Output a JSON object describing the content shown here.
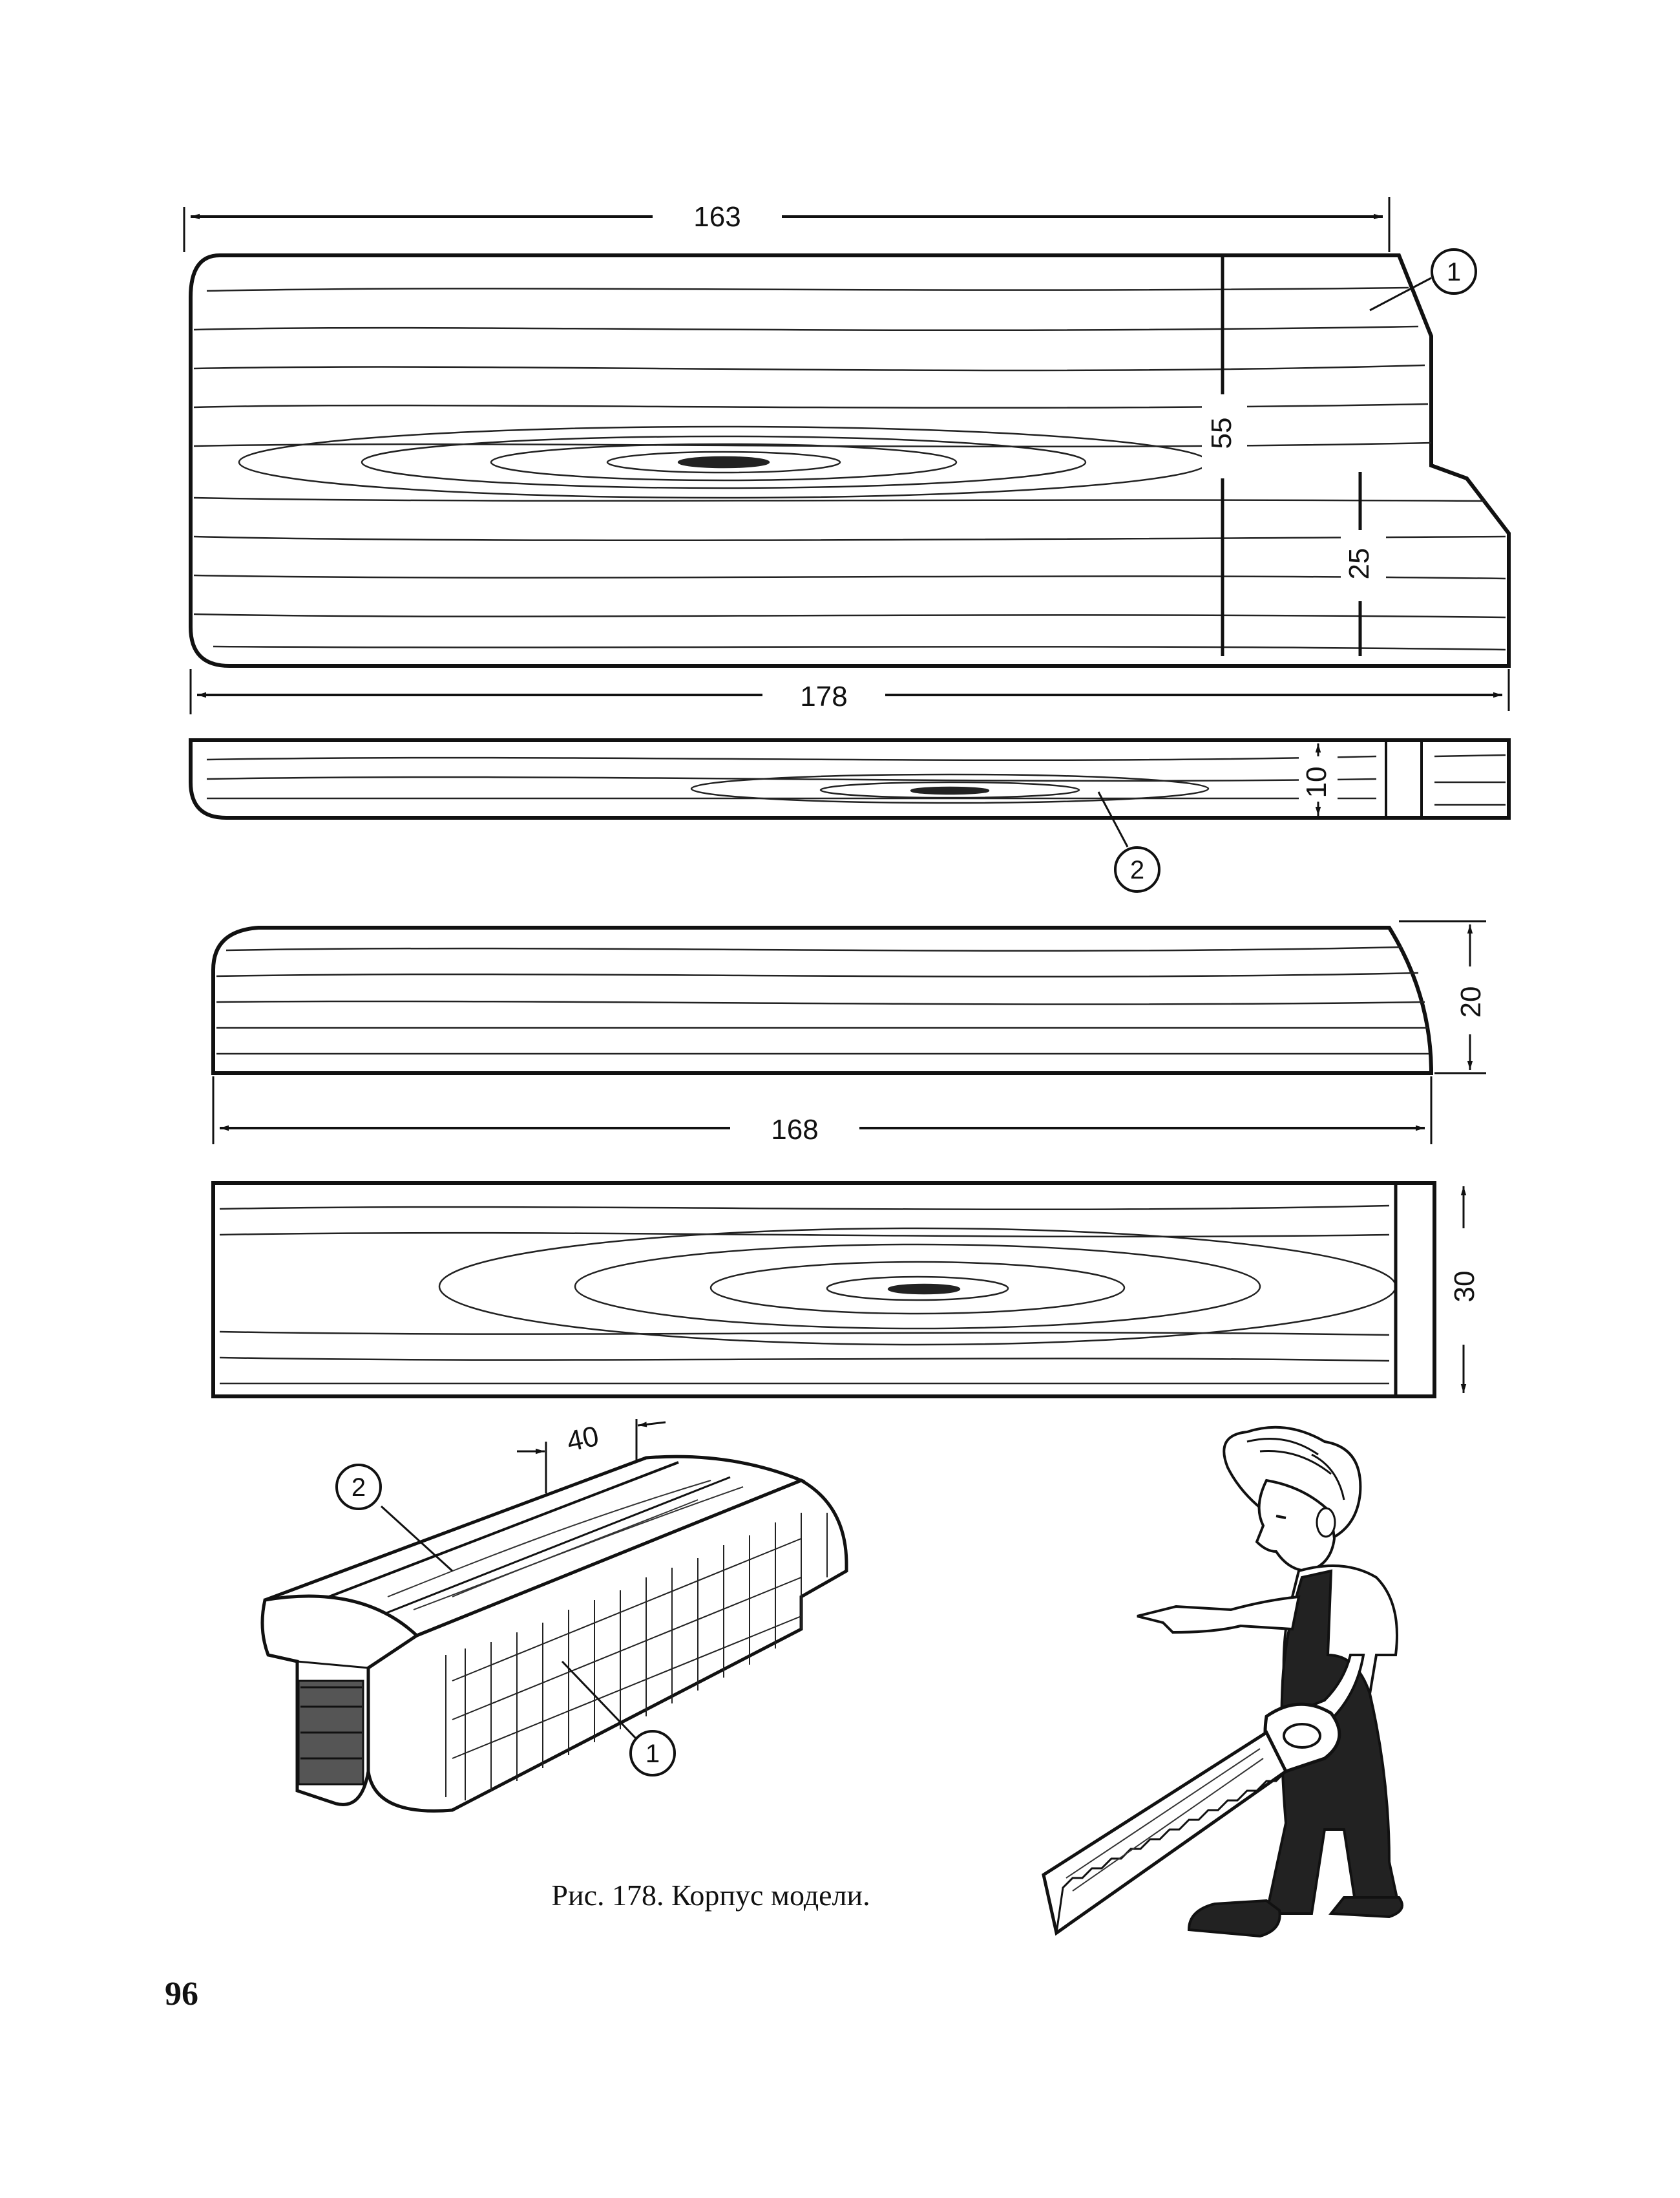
{
  "page_number": "96",
  "caption": "Рис. 178. Корпус модели.",
  "part_callouts": {
    "part1": "1",
    "part2": "2"
  },
  "dimensions": {
    "top_length": "163",
    "height_total": "55",
    "height_step": "25",
    "bottom_length": "178",
    "strip_thickness": "10",
    "side_height": "20",
    "side_length": "168",
    "block_height": "30",
    "groove_width": "40"
  }
}
